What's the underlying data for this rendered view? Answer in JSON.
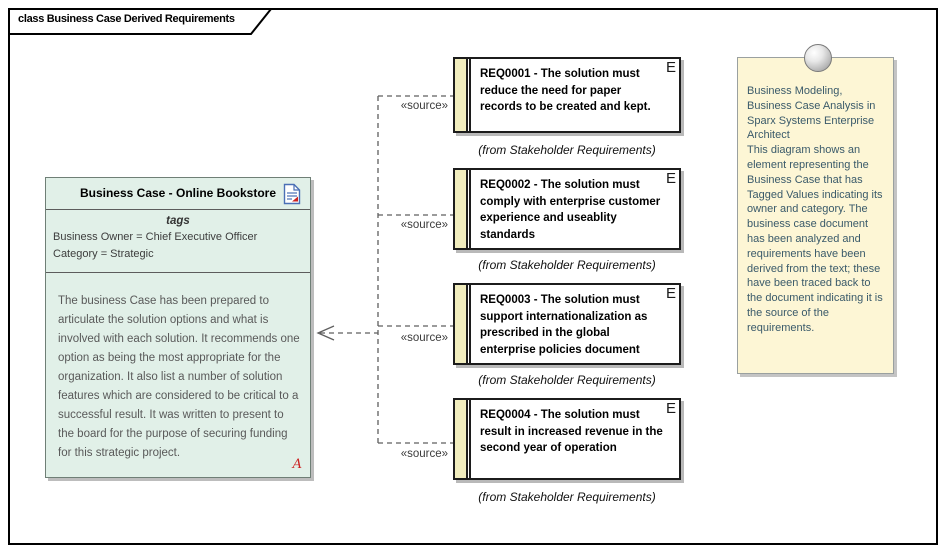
{
  "frame": {
    "title": "class Business Case Derived Requirements"
  },
  "business_case": {
    "title": "Business Case - Online Bookstore",
    "tags_label": "tags",
    "tags": [
      "Business Owner = Chief Executive Officer",
      "Category = Strategic"
    ],
    "description": "The business Case has been prepared to articulate the solution options and what is involved with each solution. It recommends one option as being the most appropriate for the organization. It also list a number of solution features which are considered to be critical to a successful result. It was written to present to the board for the purpose of securing funding for this strategic project.",
    "corner_letter": "A",
    "fill_color": "#e1f0e8"
  },
  "requirements": [
    {
      "text": "REQ0001 - The solution must reduce the need for paper records to be created and kept.",
      "from": "(from Stakeholder Requirements)",
      "type_letter": "E"
    },
    {
      "text": "REQ0002 - The solution must comply with enterprise customer experience and useablity standards",
      "from": "(from Stakeholder Requirements)",
      "type_letter": "E"
    },
    {
      "text": "REQ0003 - The solution must support internationalization as prescribed in the global enterprise policies document",
      "from": "(from Stakeholder Requirements)",
      "type_letter": "E"
    },
    {
      "text": "REQ0004 - The solution must result in increased revenue in the second year of operation",
      "from": "(from Stakeholder Requirements)",
      "type_letter": "E"
    }
  ],
  "connector": {
    "label": "«source»"
  },
  "note": {
    "heading": "Business Modeling, Business Case Analysis in Sparx Systems Enterprise Architect",
    "body": "This diagram shows an element representing the Business Case that has Tagged Values indicating its owner and category. The business case document has been analyzed and requirements have been derived from the text; these have been traced back to the document indicating it is the source of the requirements.",
    "fill_color": "#fdf6d5",
    "text_color": "#3a5a6a"
  },
  "colors": {
    "requirement_strip": "#f1edbe",
    "business_case_fill": "#e1f0e8",
    "note_fill": "#fdf6d5",
    "corner_letter_red": "#cc2222",
    "shadow_gray": "#bdbdbd"
  }
}
